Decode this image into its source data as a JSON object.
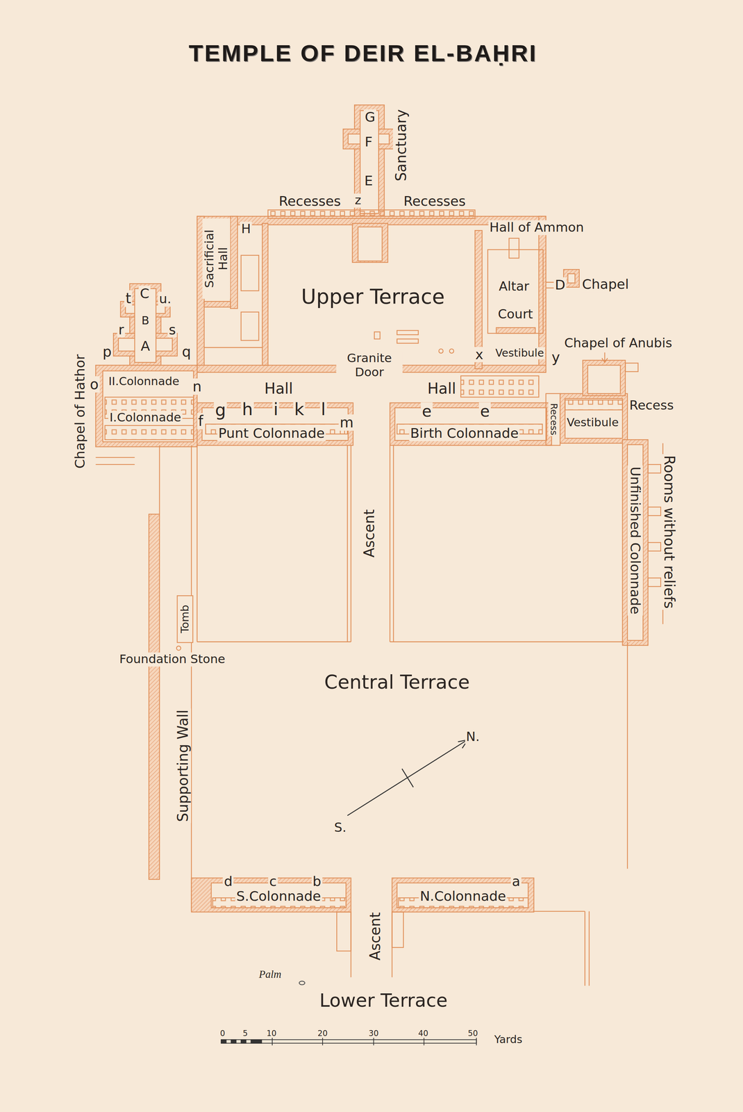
{
  "diagram": {
    "title": "TEMPLE OF DEIR EL-BAḤRI",
    "labels": [
      "G",
      "F",
      "E",
      "Sanctuary",
      "Recesses",
      "z",
      "Recesses",
      "H",
      "Hall of Ammon",
      "Sacrificial Hall",
      "Upper Terrace",
      "Altar",
      "Court",
      "D",
      "Chapel",
      "t",
      "C",
      "u.",
      "B",
      "r",
      "s",
      "A",
      "p",
      "q",
      "Granite Door",
      "x",
      "Vestibule",
      "y",
      "Chapel of Anubis",
      "o",
      "II.Colonnade",
      "n",
      "Hall",
      "Hall",
      "g",
      "h",
      "i",
      "k",
      "l",
      "e",
      "e",
      "Recess",
      "Recess",
      "I.Colonnade",
      "f",
      "m",
      "Punt Colonnade",
      "Birth Colonnade",
      "Vestibule",
      "Chapel of Hathor",
      "Rooms without reliefs",
      "Unfinished Colonnade",
      "Ascent",
      "Tomb",
      "Foundation Stone",
      "Central Terrace",
      "N.",
      "S.",
      "Supporting Wall",
      "d",
      "c",
      "b",
      "a",
      "S.Colonnade",
      "N.Colonnade",
      "Ascent",
      "Palm",
      "Lower Terrace",
      "0",
      "5",
      "10",
      "20",
      "30",
      "40",
      "50",
      "Yards"
    ]
  }
}
